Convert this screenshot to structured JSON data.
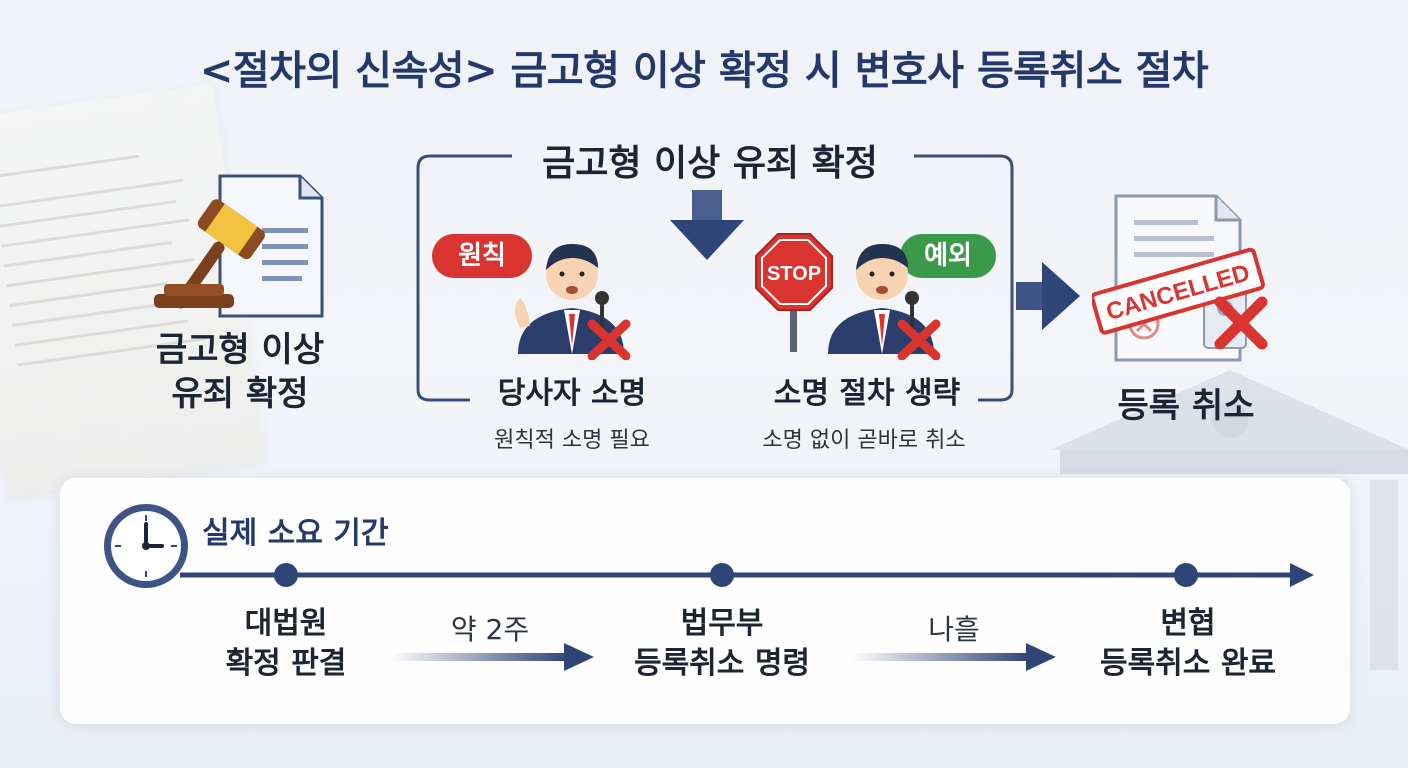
{
  "title": "<절차의 신속성> 금고형 이상 확정 시 변호사 등록취소 절차",
  "left": {
    "label_line1": "금고형 이상",
    "label_line2": "유죄 확정"
  },
  "center": {
    "frame_title": "금고형 이상 유죄 확정",
    "principle": {
      "badge": "원칙",
      "label": "당사자 소명",
      "sub": "원칙적 소명 필요"
    },
    "exception": {
      "badge": "예외",
      "stop_sign": "STOP",
      "label": "소명 절차 생략",
      "sub": "소명 없이 곧바로 취소"
    }
  },
  "right": {
    "stamp": "CANCELLED",
    "label": "등록 취소"
  },
  "timeline": {
    "title": "실제 소요 기간",
    "stages": [
      {
        "line1": "대법원",
        "line2": "확정 판결"
      },
      {
        "line1": "법무부",
        "line2": "등록취소 명령"
      },
      {
        "line1": "변협",
        "line2": "등록취소 완료"
      }
    ],
    "durations": [
      "약 2주",
      "나흘"
    ]
  },
  "colors": {
    "navy": "#24386a",
    "red": "#d9342f",
    "green": "#3b9a49"
  }
}
